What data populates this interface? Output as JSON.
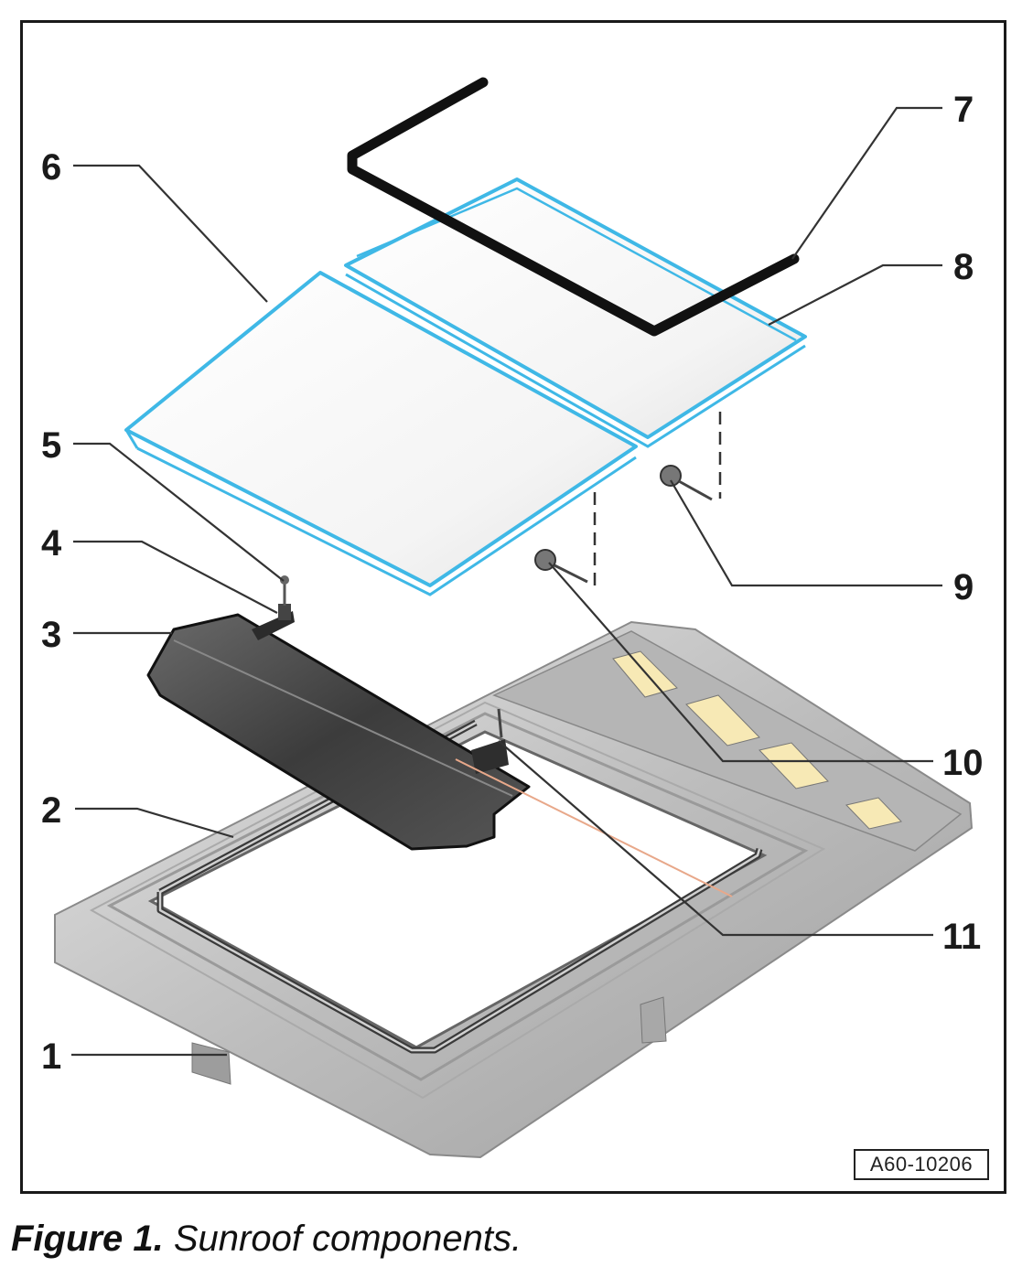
{
  "diagram": {
    "reference_code": "A60-10206",
    "callouts": [
      "1",
      "2",
      "3",
      "4",
      "5",
      "6",
      "7",
      "8",
      "9",
      "10",
      "11"
    ]
  },
  "caption": {
    "label": "Figure 1.",
    "text": "Sunroof components."
  },
  "colors": {
    "glass_outline": "#3fb8e6",
    "seal": "#111111",
    "frame_metal": "#c9c9c9",
    "leader_line": "#333333"
  }
}
